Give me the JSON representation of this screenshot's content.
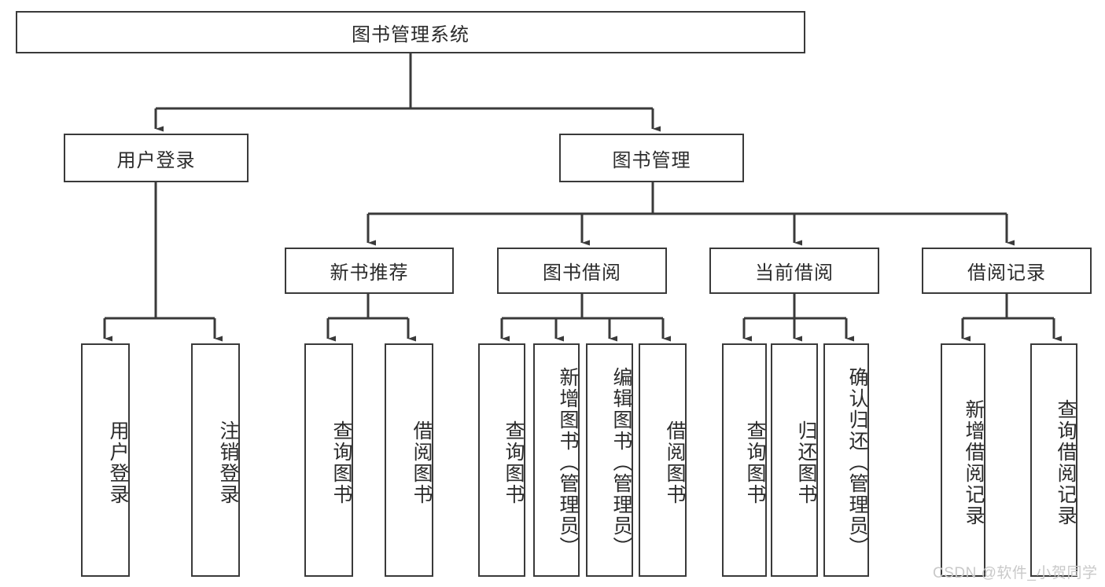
{
  "diagram": {
    "title": "图书管理系统",
    "type": "tree-hierarchy",
    "root": {
      "label": "图书管理系统"
    },
    "level2": [
      {
        "label": "用户登录"
      },
      {
        "label": "图书管理"
      }
    ],
    "level3": [
      {
        "label": "新书推荐"
      },
      {
        "label": "图书借阅"
      },
      {
        "label": "当前借阅"
      },
      {
        "label": "借阅记录"
      }
    ],
    "leaves": {
      "user_login": [
        {
          "label": "用户登录"
        },
        {
          "label": "注销登录"
        }
      ],
      "new_book_recommend": [
        {
          "label": "查询图书"
        },
        {
          "label": "借阅图书"
        }
      ],
      "book_borrow": [
        {
          "label": "查询图书"
        },
        {
          "label": "新增图书（管理员）"
        },
        {
          "label": "编辑图书（管理员）"
        },
        {
          "label": "借阅图书"
        }
      ],
      "current_borrow": [
        {
          "label": "查询图书"
        },
        {
          "label": "归还图书"
        },
        {
          "label": "确认归还（管理员）"
        }
      ],
      "borrow_records": [
        {
          "label": "新增借阅记录"
        },
        {
          "label": "查询借阅记录"
        }
      ]
    }
  },
  "watermark": {
    "text": "CSDN @软件_小贺同学"
  },
  "colors": {
    "stroke": "#3a3a3a",
    "text": "#2b2b2b",
    "background": "#ffffff",
    "watermark": "#c9c9c9"
  }
}
